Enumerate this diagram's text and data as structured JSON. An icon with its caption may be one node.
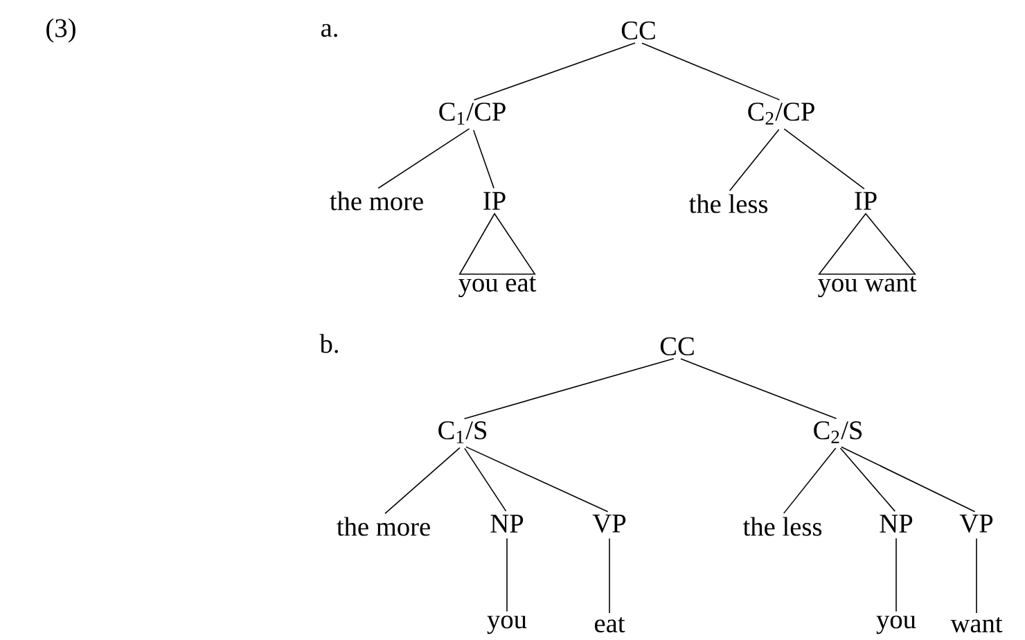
{
  "diagram": {
    "nodes": [
      {
        "text": [
          "CC"
        ]
      },
      {
        "text": [
          "C$_{1}$/CP"
        ]
      },
      {
        "text": [
          "the more"
        ]
      },
      {
        "text": [
          "IP"
        ]
      },
      {
        "text": [
          "you eat"
        ]
      },
      {
        "text": [
          "C$_{2}$/CP"
        ]
      },
      {
        "text": [
          "the less"
        ]
      },
      {
        "text": [
          "IP"
        ]
      },
      {
        "text": [
          "you want"
        ]
      },
      {
        "text": [
          "CC"
        ]
      },
      {
        "text": [
          "C$_{1}$/S"
        ]
      },
      {
        "text": [
          "the more"
        ]
      },
      {
        "text": [
          "NP"
        ]
      },
      {
        "text": [
          "VP"
        ]
      },
      {
        "text": [
          "you"
        ]
      },
      {
        "text": [
          "eat"
        ]
      },
      {
        "text": [
          "C$_{2}$/S"
        ]
      },
      {
        "text": [
          "the less"
        ]
      },
      {
        "text": [
          "NP"
        ]
      },
      {
        "text": [
          "VP"
        ]
      },
      {
        "text": [
          "you"
        ]
      },
      {
        "text": [
          "want"
        ]
      }
    ],
    "edges": [
      {
        "from": 0,
        "to": 1,
        "arrow": "none"
      },
      {
        "from": 0,
        "to": 5,
        "arrow": "none"
      },
      {
        "from": 1,
        "to": 2,
        "arrow": "none"
      },
      {
        "from": 1,
        "to": 3,
        "arrow": "none"
      },
      {
        "from": 3,
        "to": 4,
        "arrow": "none"
      },
      {
        "from": 5,
        "to": 6,
        "arrow": "none"
      },
      {
        "from": 5,
        "to": 7,
        "arrow": "none"
      },
      {
        "from": 7,
        "to": 8,
        "arrow": "none"
      },
      {
        "from": 9,
        "to": 10,
        "arrow": "none"
      },
      {
        "from": 9,
        "to": 16,
        "arrow": "none"
      },
      {
        "from": 10,
        "to": 11,
        "arrow": "none"
      },
      {
        "from": 10,
        "to": 12,
        "arrow": "none"
      },
      {
        "from": 10,
        "to": 13,
        "arrow": "none"
      },
      {
        "from": 12,
        "to": 14,
        "arrow": "none"
      },
      {
        "from": 13,
        "to": 15,
        "arrow": "none"
      },
      {
        "from": 16,
        "to": 17,
        "arrow": "none"
      },
      {
        "from": 16,
        "to": 18,
        "arrow": "none"
      },
      {
        "from": 16,
        "to": 19,
        "arrow": "none"
      },
      {
        "from": 18,
        "to": 20,
        "arrow": "none"
      },
      {
        "from": 19,
        "to": 21,
        "arrow": "none"
      }
    ],
    "labels": [
      "(3)",
      "a.",
      "b."
    ]
  }
}
